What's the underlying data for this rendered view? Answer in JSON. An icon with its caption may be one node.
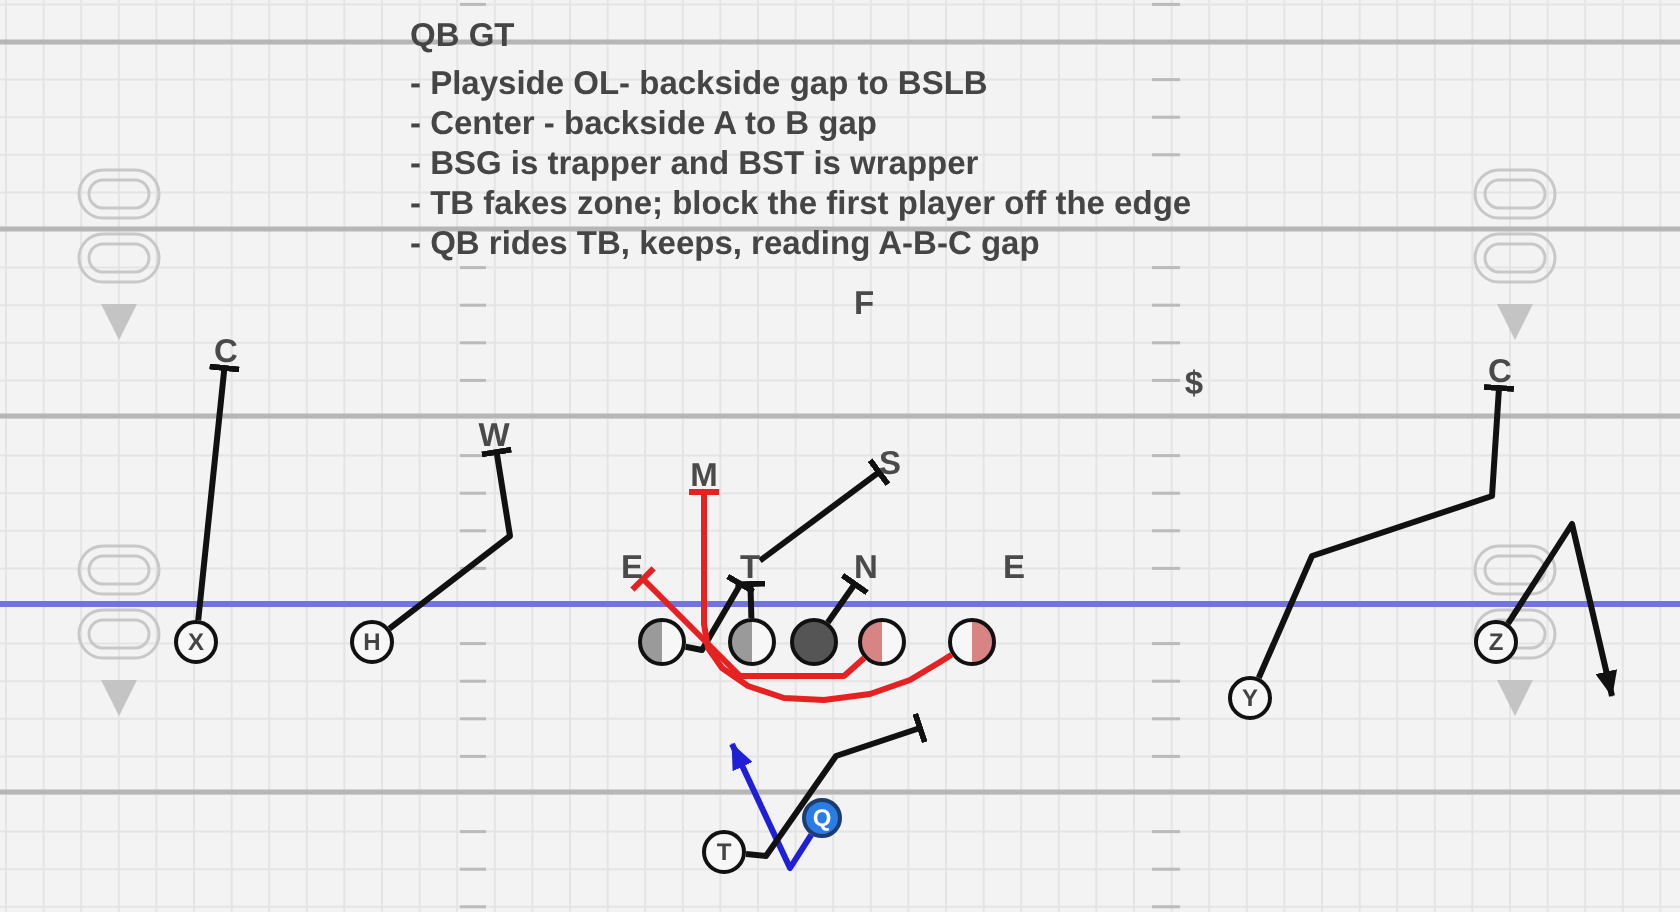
{
  "diagram": {
    "title": "QB GT",
    "nodes": [
      {
        "text": [
          "C"
        ]
      },
      {
        "text": [
          "C"
        ]
      },
      {
        "text": [
          "W"
        ]
      },
      {
        "text": [
          "M"
        ]
      },
      {
        "text": [
          "S"
        ]
      },
      {
        "text": [
          "E"
        ]
      },
      {
        "text": [
          "T"
        ]
      },
      {
        "text": [
          "N"
        ]
      },
      {
        "text": [
          "X"
        ]
      },
      {
        "text": [
          "H"
        ]
      },
      {
        "text": [],
        "shape": "circle"
      },
      {
        "text": [],
        "shape": "circle"
      },
      {
        "text": [],
        "shape": "circle"
      },
      {
        "text": [],
        "shape": "circle"
      },
      {
        "text": [],
        "shape": "circle"
      },
      {
        "text": [
          "Z"
        ]
      },
      {
        "text": [
          "Y"
        ]
      },
      {
        "text": [
          "Q"
        ]
      },
      {
        "text": [
          "T"
        ]
      }
    ],
    "edges": [
      {
        "from": 8,
        "to": 0,
        "arrow": "other"
      },
      {
        "from": 9,
        "to": 2,
        "arrow": "other"
      },
      {
        "from": 6,
        "to": 4,
        "arrow": "other"
      },
      {
        "from": 10,
        "to": 6,
        "arrow": "other"
      },
      {
        "from": 11,
        "to": 6,
        "arrow": "other"
      },
      {
        "from": 12,
        "to": 7,
        "arrow": "other"
      },
      {
        "from": 13,
        "to": 5,
        "arrow": "other",
        "color": "#e52121"
      },
      {
        "from": 14,
        "to": 3,
        "arrow": "other",
        "color": "#e52121"
      },
      {
        "from": 16,
        "to": 1,
        "arrow": "other"
      },
      {
        "from": 15,
        "to": null,
        "arrow": "to"
      },
      {
        "from": 17,
        "to": null,
        "arrow": "to",
        "color": "#1f1fd6"
      },
      {
        "from": 18,
        "to": null,
        "arrow": "other"
      }
    ],
    "labels": [
      "- Playside OL- backside gap to BSLB",
      "- Center - backside A to B gap",
      "- BSG is trapper and BST is wrapper",
      "- TB fakes zone; block the first player off the edge",
      "- QB rides TB, keeps, reading A-B-C gap",
      "F",
      "$",
      "E"
    ]
  }
}
